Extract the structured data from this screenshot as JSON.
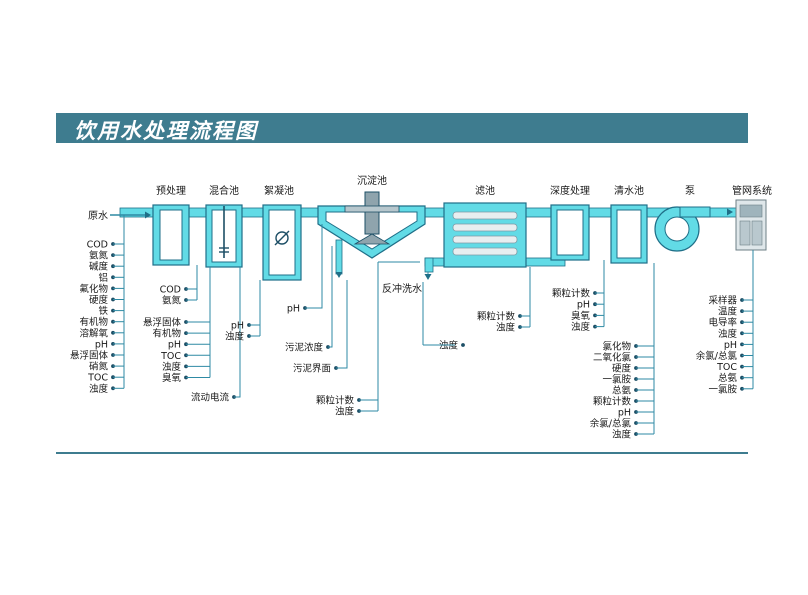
{
  "title": "饮用水处理流程图",
  "stages": {
    "pretreat": "预处理",
    "mix": "混合池",
    "floc": "絮凝池",
    "sed": "沉淀池",
    "filter": "滤池",
    "deep": "深度处理",
    "clear": "清水池",
    "pump": "泵",
    "network": "管网系统"
  },
  "labels": {
    "raw_water": "原水",
    "backwash": "反冲洗水"
  },
  "params": {
    "raw": [
      "COD",
      "氨氮",
      "碱度",
      "铝",
      "氟化物",
      "硬度",
      "铁",
      "有机物",
      "溶解氧",
      "pH",
      "悬浮固体",
      "硝氮",
      "TOC",
      "浊度"
    ],
    "pre_a": [
      "COD",
      "氨氮"
    ],
    "pre_b": [
      "悬浮固体",
      "有机物",
      "pH",
      "TOC",
      "浊度",
      "臭氧"
    ],
    "pre_c": [
      "流动电流"
    ],
    "mix": [
      "pH",
      "浊度"
    ],
    "sed_a": [
      "pH"
    ],
    "sed_b": [
      "污泥浓度"
    ],
    "sed_c": [
      "污泥界面"
    ],
    "sed_d": [
      "颗粒计数",
      "浊度"
    ],
    "backwash": [
      "浊度"
    ],
    "filter": [
      "颗粒计数",
      "浊度"
    ],
    "deep": [
      "颗粒计数",
      "pH",
      "臭氧",
      "浊度"
    ],
    "clear": [
      "氯化物",
      "二氧化氯",
      "硬度",
      "一氯胺",
      "总氨",
      "颗粒计数",
      "pH",
      "余氯/总氯",
      "浊度"
    ],
    "network": [
      "采样器",
      "温度",
      "电导率",
      "浊度",
      "pH",
      "余氯/总氯",
      "TOC",
      "总氨",
      "一氯胺"
    ]
  }
}
